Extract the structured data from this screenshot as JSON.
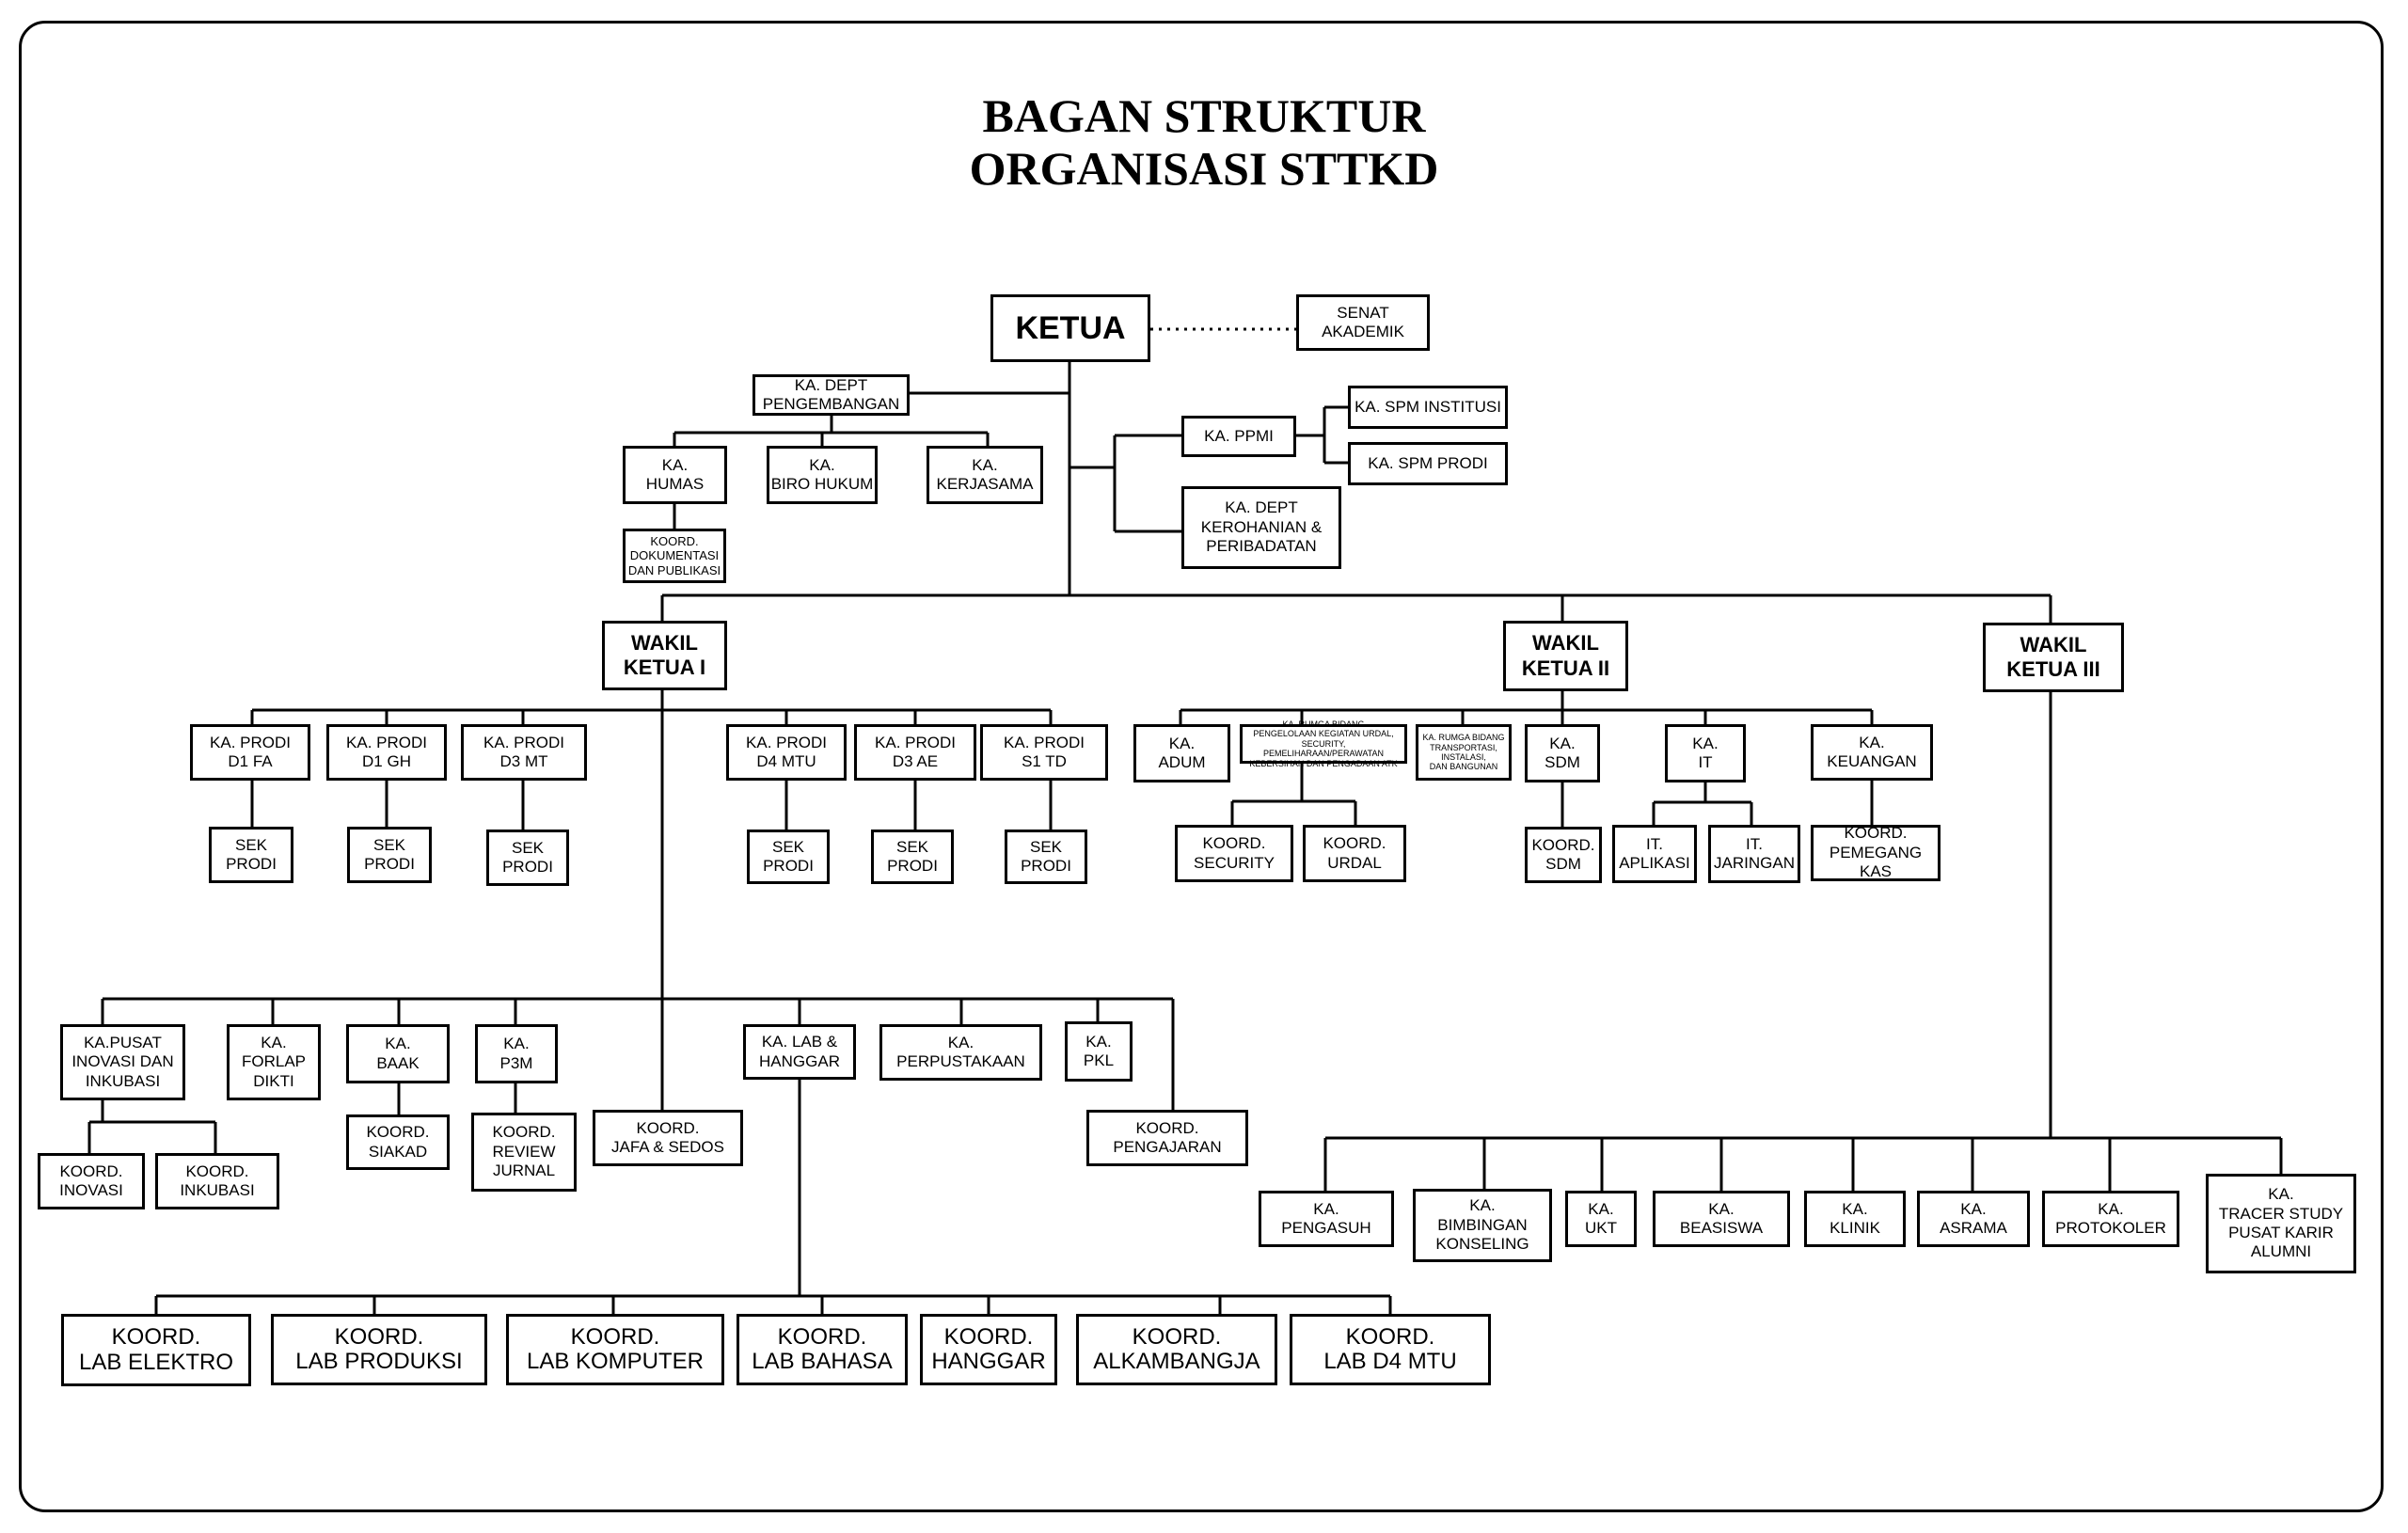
{
  "title": {
    "line1": "BAGAN STRUKTUR",
    "line2": "ORGANISASI STTKD"
  },
  "nodes": {
    "ketua": "KETUA",
    "senat": "SENAT\nAKADEMIK",
    "dept_pengembangan": "KA. DEPT\nPENGEMBANGAN",
    "humas": "KA.\nHUMAS",
    "biro_hukum": "KA.\nBIRO HUKUM",
    "kerjasama": "KA.\nKERJASAMA",
    "koord_dokumentasi": "KOORD.\nDOKUMENTASI\nDAN PUBLIKASI",
    "ppmi": "KA. PPMI",
    "spm_institusi": "KA. SPM INSTITUSI",
    "spm_prodi": "KA. SPM PRODI",
    "dept_kerohanian": "KA. DEPT\nKEROHANIAN &\nPERIBADATAN",
    "wakil1": "WAKIL\nKETUA I",
    "wakil2": "WAKIL\nKETUA II",
    "wakil3": "WAKIL\nKETUA III",
    "prodi_d1fa": "KA. PRODI\nD1 FA",
    "prodi_d1gh": "KA. PRODI\nD1 GH",
    "prodi_d3mt": "KA. PRODI\nD3 MT",
    "prodi_d4mtu": "KA. PRODI\nD4 MTU",
    "prodi_d3ae": "KA. PRODI\nD3 AE",
    "prodi_s1td": "KA. PRODI\nS1 TD",
    "sek_prodi": "SEK\nPRODI",
    "adum": "KA.\nADUM",
    "rumga_urdal": "KA. RUMGA BIDANG\nPENGELOLAAN KEGIATAN URDAL,\nSECURITY, PEMELIHARAAN/PERAWATAN\nKEBERSIHAN DAN PENGADAAN ATK",
    "rumga_transportasi": "KA. RUMGA BIDANG\nTRANSPORTASI,\nINSTALASI,\nDAN BANGUNAN",
    "sdm": "KA.\nSDM",
    "it": "KA.\nIT",
    "keuangan": "KA.\nKEUANGAN",
    "koord_security": "KOORD.\nSECURITY",
    "koord_urdal": "KOORD.\nURDAL",
    "koord_sdm": "KOORD.\nSDM",
    "it_aplikasi": "IT.\nAPLIKASI",
    "it_jaringan": "IT.\nJARINGAN",
    "koord_kas": "KOORD.\nPEMEGANG KAS",
    "pusat_inovasi": "KA.PUSAT\nINOVASI DAN\nINKUBASI",
    "forlap": "KA.\nFORLAP\nDIKTI",
    "baak": "KA.\nBAAK",
    "p3m": "KA.\nP3M",
    "koord_jafa": "KOORD.\nJAFA & SEDOS",
    "lab_hanggar": "KA. LAB &\nHANGGAR",
    "perpustakaan": "KA.\nPERPUSTAKAAN",
    "pkl": "KA.\nPKL",
    "koord_pengajaran": "KOORD.\nPENGAJARAN",
    "koord_inovasi": "KOORD.\nINOVASI",
    "koord_inkubasi": "KOORD.\nINKUBASI",
    "koord_siakad": "KOORD.\nSIAKAD",
    "koord_review": "KOORD.\nREVIEW\nJURNAL",
    "lab_elektro": "KOORD.\nLAB ELEKTRO",
    "lab_produksi": "KOORD.\nLAB PRODUKSI",
    "lab_komputer": "KOORD.\nLAB KOMPUTER",
    "lab_bahasa": "KOORD.\nLAB BAHASA",
    "koord_hanggar": "KOORD.\nHANGGAR",
    "alkambangja": "KOORD.\nALKAMBANGJA",
    "lab_d4mtu": "KOORD.\nLAB D4 MTU",
    "pengasuh": "KA.\nPENGASUH",
    "bimbingan": "KA.\nBIMBINGAN\nKONSELING",
    "ukt": "KA.\nUKT",
    "beasiswa": "KA.\nBEASISWA",
    "klinik": "KA.\nKLINIK",
    "asrama": "KA.\nASRAMA",
    "protokoler": "KA.\nPROTOKOLER",
    "tracer": "KA.\nTRACER STUDY\nPUSAT KARIR\nALUMNI"
  }
}
